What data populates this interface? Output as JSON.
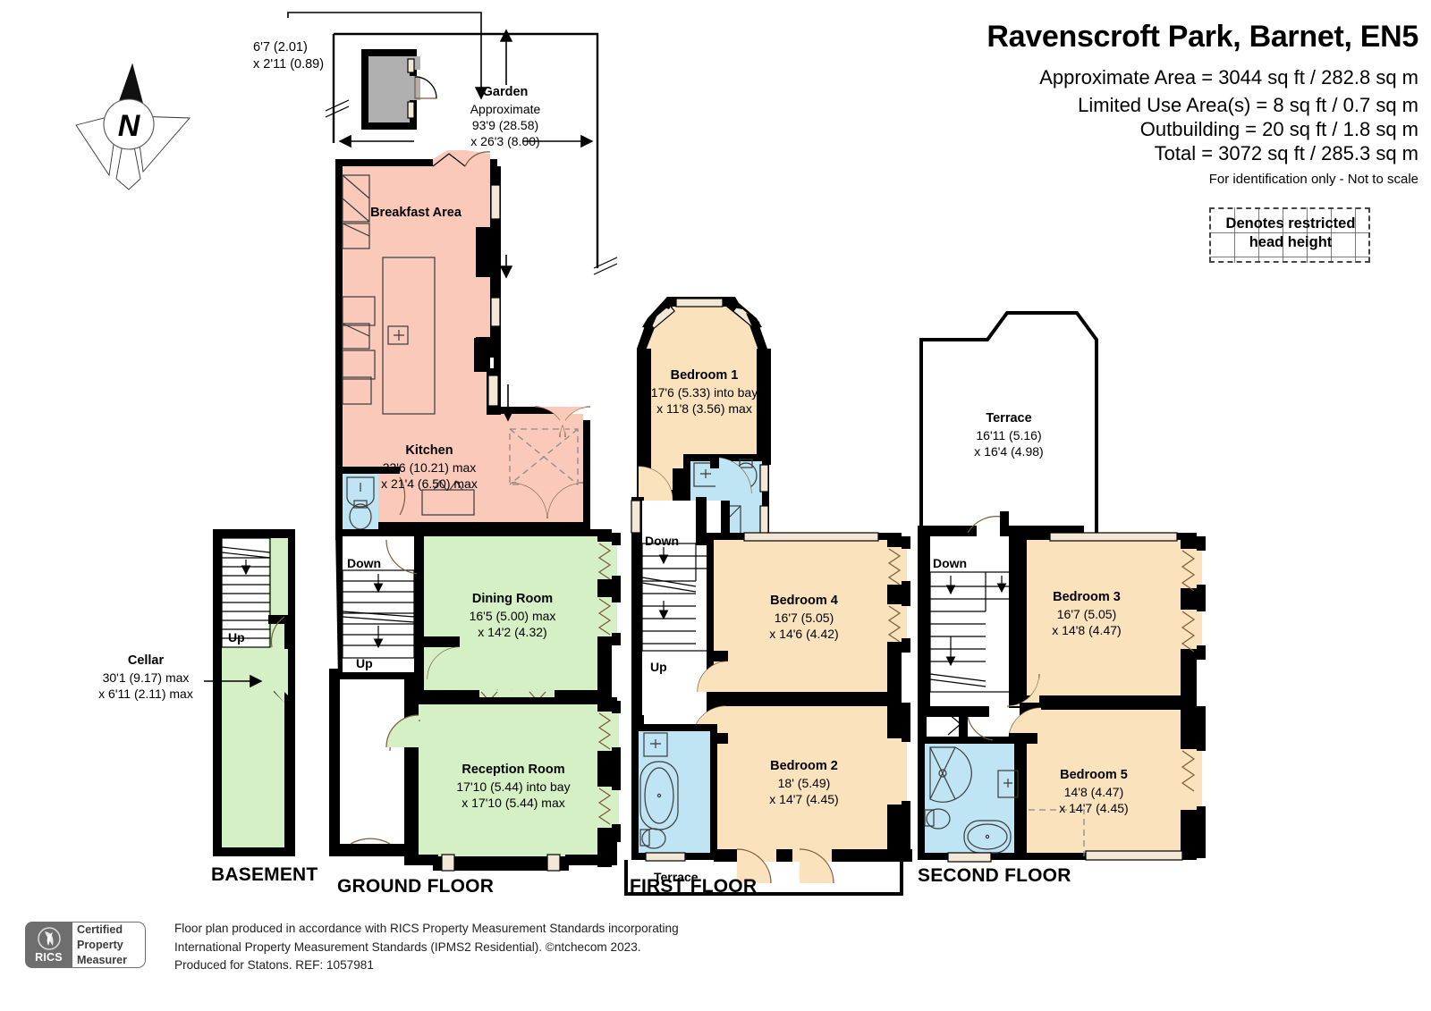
{
  "header": {
    "title": "Ravenscroft Park, Barnet, EN5",
    "line1": "Approximate Area = 3044 sq ft / 282.8 sq m",
    "line2": "Limited Use Area(s) = 8 sq ft / 0.7 sq m",
    "line3": "Outbuilding = 20 sq ft / 1.8 sq m",
    "line4": "Total = 3072 sq ft / 285.3 sq m",
    "note": "For identification only - Not to scale"
  },
  "legend": {
    "line1": "Denotes restricted",
    "line2": "head height"
  },
  "compass": {
    "label": "N"
  },
  "outbuilding": {
    "dim1": "6'7 (2.01)",
    "dim2": "x 2'11 (0.89)"
  },
  "garden": {
    "name": "Garden",
    "approx": "Approximate",
    "dim1": "93'9 (28.58)",
    "dim2": "x 26'3 (8.00)"
  },
  "floors": {
    "basement": "BASEMENT",
    "ground": "GROUND FLOOR",
    "first": "FIRST FLOOR",
    "second": "SECOND FLOOR"
  },
  "rooms": {
    "cellar": {
      "name": "Cellar",
      "dim1": "30'1 (9.17) max",
      "dim2": "x 6'11 (2.11) max"
    },
    "breakfast_area": {
      "name": "Breakfast Area",
      "dim1": "",
      "dim2": ""
    },
    "kitchen": {
      "name": "Kitchen",
      "dim1": "33'6 (10.21) max",
      "dim2": "x 21'4 (6.50) max"
    },
    "dining_room": {
      "name": "Dining Room",
      "dim1": "16'5 (5.00) max",
      "dim2": "x 14'2 (4.32)"
    },
    "reception_room": {
      "name": "Reception Room",
      "dim1": "17'10 (5.44) into bay",
      "dim2": "x 17'10 (5.44) max"
    },
    "bedroom1": {
      "name": "Bedroom 1",
      "dim1": "17'6 (5.33) into bay",
      "dim2": "x 11'8 (3.56) max"
    },
    "bedroom4": {
      "name": "Bedroom 4",
      "dim1": "16'7 (5.05)",
      "dim2": "x 14'6 (4.42)"
    },
    "bedroom2": {
      "name": "Bedroom 2",
      "dim1": "18' (5.49)",
      "dim2": "x 14'7 (4.45)"
    },
    "bedroom3": {
      "name": "Bedroom 3",
      "dim1": "16'7 (5.05)",
      "dim2": "x 14'8 (4.47)"
    },
    "bedroom5": {
      "name": "Bedroom 5",
      "dim1": "14'8 (4.47)",
      "dim2": "x 14'7 (4.45)"
    },
    "terrace_first": {
      "name": "Terrace"
    },
    "terrace_second": {
      "name": "Terrace",
      "dim1": "16'11 (5.16)",
      "dim2": "x 16'4 (4.98)"
    }
  },
  "stairs": {
    "basement_up": "Up",
    "ground_down": "Down",
    "ground_up": "Up",
    "first_down": "Down",
    "first_up": "Up",
    "second_down": "Down"
  },
  "footer": {
    "rics_word": "RICS",
    "badge_line1": "Certified",
    "badge_line2": "Property",
    "badge_line3": "Measurer",
    "line1": "Floor plan produced in accordance with RICS Property Measurement Standards incorporating",
    "line2": "International Property Measurement Standards (IPMS2 Residential).   ©ntchecom 2023.",
    "line3": "Produced for Statons.   REF: 1057981"
  },
  "colors": {
    "wall": "#000000",
    "kitchen_fill": "#fac9ba",
    "reception_fill": "#d4f0c4",
    "cellar_fill": "#d4f0c4",
    "bedroom_fill": "#fae2bd",
    "bath_fill": "#bfe5f5",
    "outbuilding_fill": "#b0b0b0",
    "window": "#f2e8d5"
  }
}
